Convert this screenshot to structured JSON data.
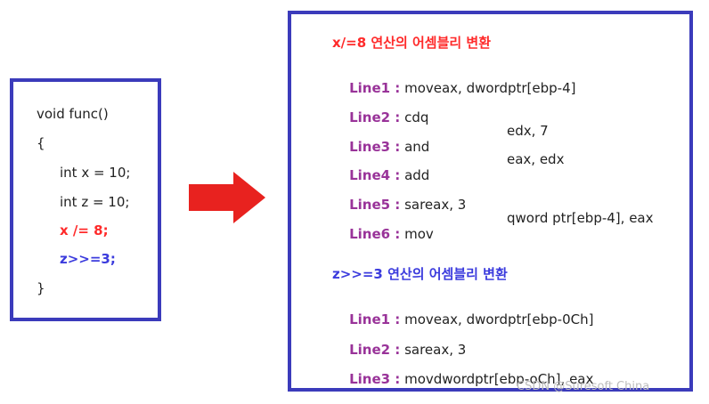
{
  "code": {
    "line1": "void func()",
    "line2": "{",
    "line3": "int x = 10;",
    "line4": "int z = 10;",
    "line5": "x /= 8;",
    "line6": "z>>=3;",
    "line7": "}"
  },
  "assembly": {
    "section1": {
      "title": "x/=8 연산의 어셈블리 변환",
      "title_color": "#ff2a2a",
      "rows": [
        {
          "label": "Line1 :",
          "instr": "moveax, dwordptr[ebp-4]",
          "operands": ""
        },
        {
          "label": "Line2 :",
          "instr": "cdq",
          "operands": ""
        },
        {
          "label": "Line3 :",
          "instr": "and",
          "operands": "edx, 7"
        },
        {
          "label": "Line4 :",
          "instr": "add",
          "operands": "eax, edx"
        },
        {
          "label": "Line5 :",
          "instr": "sareax, 3",
          "operands": ""
        },
        {
          "label": "Line6 :",
          "instr": "mov",
          "operands": "qword ptr[ebp-4], eax"
        }
      ]
    },
    "section2": {
      "title": "z>>=3 연산의 어셈블리 변환",
      "title_color": "#3b3bdd",
      "rows": [
        {
          "label": "Line1 :",
          "instr": "moveax, dwordptr[ebp-0Ch]",
          "operands": ""
        },
        {
          "label": "Line2 :",
          "instr": "sareax, 3",
          "operands": ""
        },
        {
          "label": "Line3 :",
          "instr": "movdwordptr[ebp-oCh], eax",
          "operands": ""
        }
      ]
    }
  },
  "watermark": "CSDN @Suresoft China",
  "colors": {
    "box_border": "#3b3bbb",
    "arrow": "#e8221f",
    "line_label": "#993399"
  }
}
